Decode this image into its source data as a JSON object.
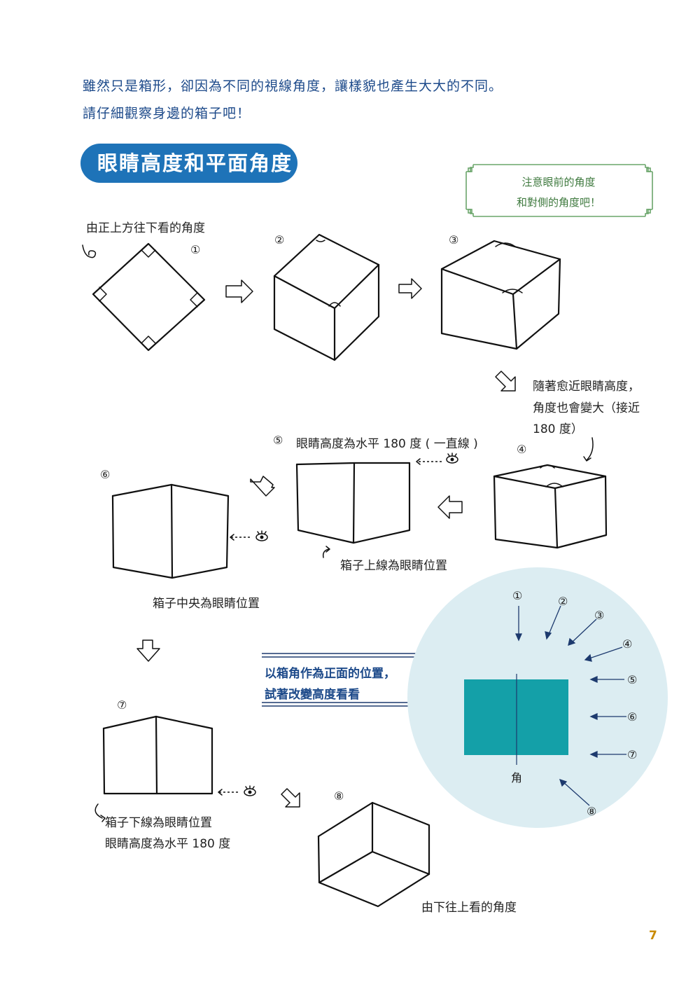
{
  "intro": {
    "line1": "雖然只是箱形，卻因為不同的視線角度，讓樣貌也產生大大的不同。",
    "line2": "請仔細觀察身邊的箱子吧！"
  },
  "heading": "眼睛高度和平面角度",
  "note": {
    "line1": "注意眼前的角度",
    "line2": "和對側的角度吧！"
  },
  "labels": {
    "top_view": "由正上方往下看的角度",
    "n1": "①",
    "n2": "②",
    "n3": "③",
    "n4": "④",
    "n5": "⑤",
    "n6": "⑥",
    "n7": "⑦",
    "n8": "⑧",
    "approach_1": "隨著愈近眼睛高度，",
    "approach_2": "角度也會變大（接近",
    "approach_3": "180 度）",
    "step5": "眼睛高度為水平 180 度 ( 一直線 )",
    "top_line_eye": "箱子上線為眼睛位置",
    "center_eye": "箱子中央為眼睛位置",
    "bottom_line_eye_1": "箱子下線為眼睛位置",
    "bottom_line_eye_2": "眼睛高度為水平 180 度",
    "bottom_view": "由下往上看的角度"
  },
  "callout": {
    "line1": "以箱角作為正面的位置，",
    "line2": "試著改變高度看看"
  },
  "diagram": {
    "corner_label": "角",
    "circle_color": "#dcedf2",
    "box_color": "#14a0a8",
    "arrow_color": "#1d3a6e"
  },
  "page_number": "7"
}
